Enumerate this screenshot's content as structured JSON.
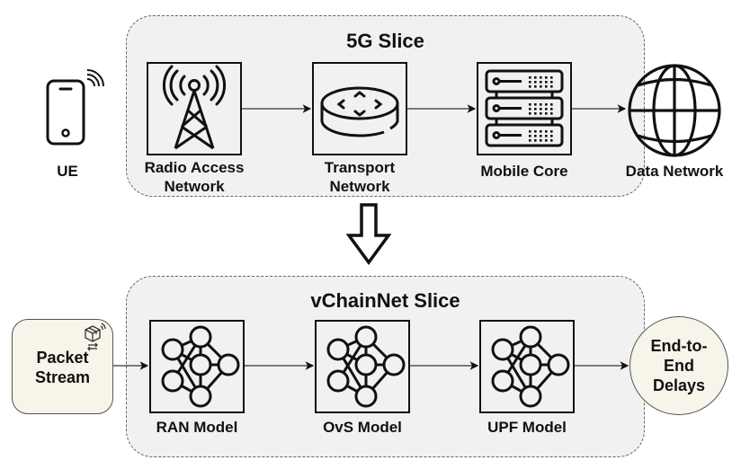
{
  "top_slice": {
    "title": "5G Slice",
    "components": [
      {
        "label_line1": "Radio Access",
        "label_line2": "Network",
        "icon": "cell-tower-icon"
      },
      {
        "label_line1": "Transport",
        "label_line2": "Network",
        "icon": "router-icon"
      },
      {
        "label_line1": "Mobile Core",
        "label_line2": "",
        "icon": "server-rack-icon"
      }
    ]
  },
  "ue": {
    "label": "UE",
    "icon": "smartphone-wifi-icon"
  },
  "data_network": {
    "label": "Data Network",
    "icon": "globe-icon"
  },
  "transition_arrow": {
    "icon": "hollow-down-arrow-icon"
  },
  "bottom_slice": {
    "title": "vChainNet Slice",
    "components": [
      {
        "label": "RAN Model",
        "icon": "neural-network-icon"
      },
      {
        "label": "OvS Model",
        "icon": "neural-network-icon"
      },
      {
        "label": "UPF Model",
        "icon": "neural-network-icon"
      }
    ]
  },
  "packet_stream": {
    "line1": "Packet",
    "line2": "Stream",
    "icon": "package-wireless-icon"
  },
  "output": {
    "line1": "End-to-",
    "line2": "End",
    "line3": "Delays"
  },
  "colors": {
    "slice_fill": "#f1f1f1",
    "slice_border": "#666666",
    "terminal_fill": "#f7f4ea",
    "stroke": "#111111"
  }
}
